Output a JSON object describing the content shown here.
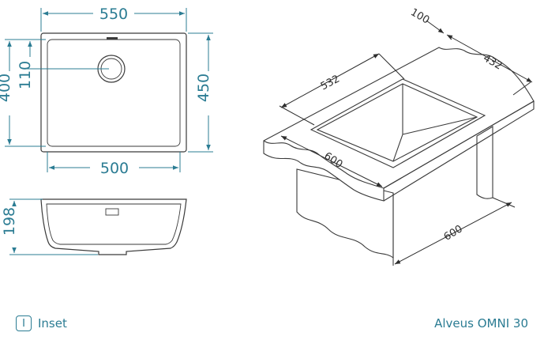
{
  "top_view": {
    "outer_width": "550",
    "outer_depth": "450",
    "bowl_width": "500",
    "bowl_depth": "400",
    "drain_offset": "110"
  },
  "section_view": {
    "depth": "198"
  },
  "iso_view": {
    "rim": "100",
    "bowl_length": "532",
    "side_depth": "432",
    "front_width": "600",
    "cabinet_width": "600"
  },
  "legend": {
    "badge": "I",
    "label": "Inset"
  },
  "model_name": "Alveus OMNI 30",
  "colors": {
    "dimension": "#2b7c93",
    "outline": "#3a3a3a"
  }
}
